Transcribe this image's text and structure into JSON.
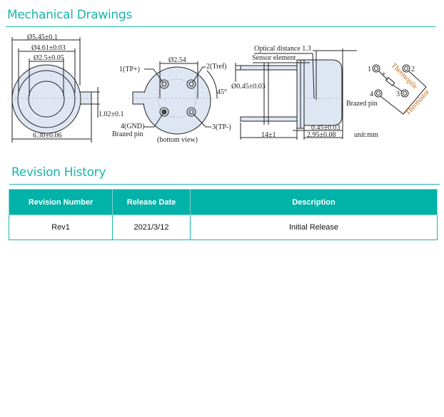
{
  "sections": {
    "mechanical_title": "Mechanical Drawings",
    "revision_title": "Revision History"
  },
  "drawing": {
    "front": {
      "d_outer": "Ø5.45±0.1",
      "d_mid": "Ø4.61±0.03",
      "d_inner": "Ø2.5±0.05",
      "width": "6.30±0.06",
      "tab": "1.02±0.1"
    },
    "bottom": {
      "pitch": "Ø2.54",
      "pin1": "1(TP+)",
      "pin2": "2(Tref)",
      "pin3": "3(TP-)",
      "pin4": "4(GND)",
      "brazed": "Brazed pin",
      "view": "(bottom view)",
      "angle": "45°"
    },
    "side": {
      "optical": "Optical distance 1.3",
      "sensor": "Sensor element",
      "pin_dia": "Ø0.45±0.03",
      "flange": "0.45±0.03",
      "height": "2.95±0.08",
      "length": "14±1",
      "unit": "unit:mm"
    },
    "schematic": {
      "p1": "1",
      "p2": "2",
      "p3": "3",
      "p4": "4",
      "brazed": "Brazed pin",
      "thermopile": "Thermopile",
      "thermistor": "Thermistor",
      "plus": "+"
    }
  },
  "revision_table": {
    "headers": [
      "Revision Number",
      "Release Date",
      "Description"
    ],
    "rows": [
      [
        "Rev1",
        "2021/3/12",
        "Initial Release"
      ]
    ]
  },
  "colors": {
    "accent": "#00b2a7",
    "fill": "#dfe6f3",
    "label": "#c0640a"
  }
}
